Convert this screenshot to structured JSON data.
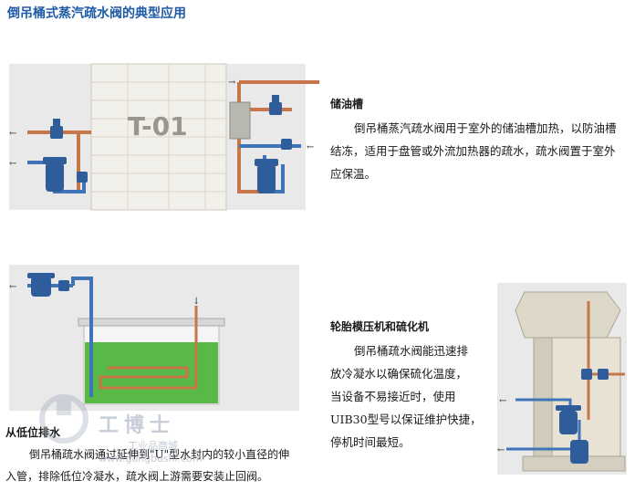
{
  "page": {
    "title": "倒吊桶式蒸汽疏水阀的典型应用"
  },
  "sections": {
    "tank": {
      "heading": "储油槽",
      "tank_label": "T-01",
      "lines": [
        "倒吊桶蒸汽疏水阀用于室外的储油槽加热，以防油槽",
        "结冻，适用于盘管或外流加热器的疏水，疏水阀置于室外",
        "应保温。"
      ]
    },
    "press": {
      "heading": "轮胎模压机和硫化机",
      "lines": [
        "倒吊桶疏水阀能迅速排",
        "放冷凝水以确保硫化温度，",
        "当设备不易接近时，使用",
        "UIB30型号以保证维护快捷，",
        "停机时间最短。"
      ],
      "model_hint": "UIB30"
    },
    "low_drain": {
      "heading": "从低位排水",
      "lines": [
        "倒吊桶疏水阀通过延伸到\"U\"型水封内的较小直径的伸",
        "入管，排除低位冷凝水，疏水阀上游需要安装止回阀。"
      ]
    }
  },
  "watermark": {
    "brand": "工博士",
    "sub": "工业品商城",
    "url": "www.gongboshi.com"
  },
  "colors": {
    "title": "#1f5aa6",
    "pipe_copper": "#c8754a",
    "pipe_blue": "#3f74b8",
    "valve_blue": "#2f5d9c",
    "panel": "#e9e9e9",
    "water_green": "#58b947"
  }
}
